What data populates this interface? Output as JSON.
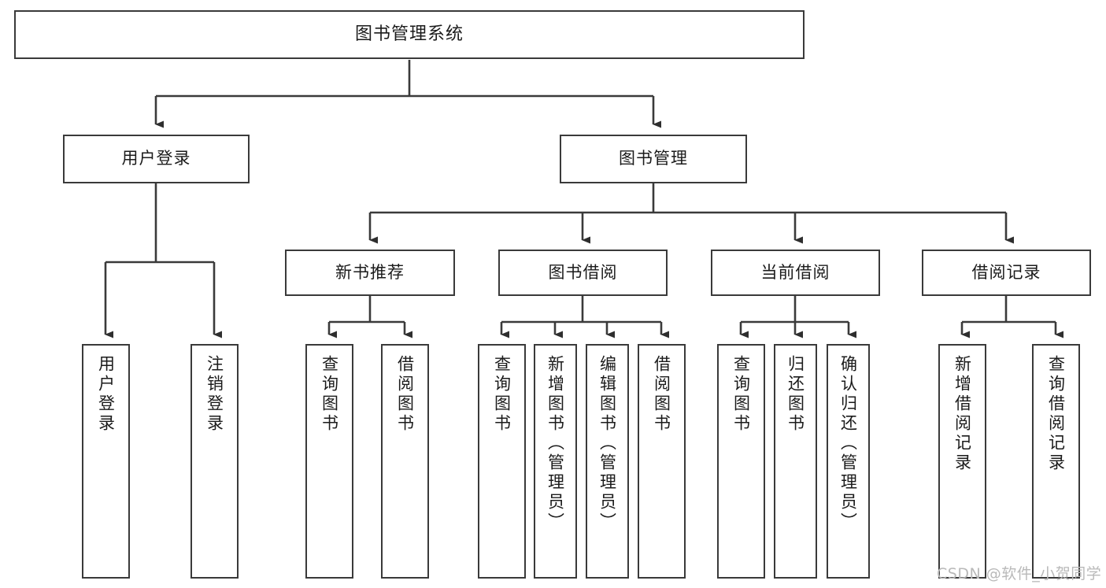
{
  "diagram": {
    "title": "图书管理系统",
    "type": "hierarchy-tree",
    "root": {
      "label": "图书管理系统"
    },
    "level1": [
      {
        "label": "用户登录"
      },
      {
        "label": "图书管理"
      }
    ],
    "level2": [
      {
        "label": "新书推荐"
      },
      {
        "label": "图书借阅"
      },
      {
        "label": "当前借阅"
      },
      {
        "label": "借阅记录"
      }
    ],
    "leaves": {
      "user_login": [
        {
          "label": "用户登录"
        },
        {
          "label": "注销登录"
        }
      ],
      "new_book_recommend": [
        {
          "label": "查询图书"
        },
        {
          "label": "借阅图书"
        }
      ],
      "book_borrow": [
        {
          "label": "查询图书"
        },
        {
          "label": "新增图书（管理员）"
        },
        {
          "label": "编辑图书（管理员）"
        },
        {
          "label": "借阅图书"
        }
      ],
      "current_borrow": [
        {
          "label": "查询图书"
        },
        {
          "label": "归还图书"
        },
        {
          "label": "确认归还（管理员）"
        }
      ],
      "borrow_record": [
        {
          "label": "新增借阅记录"
        },
        {
          "label": "查询借阅记录"
        }
      ]
    }
  },
  "watermark": {
    "text": "CSDN @软件_小贺同学"
  },
  "colors": {
    "stroke": "#3a3a3a",
    "background": "#ffffff",
    "text": "#1b1b1b",
    "watermark": "#b9b9b9"
  }
}
